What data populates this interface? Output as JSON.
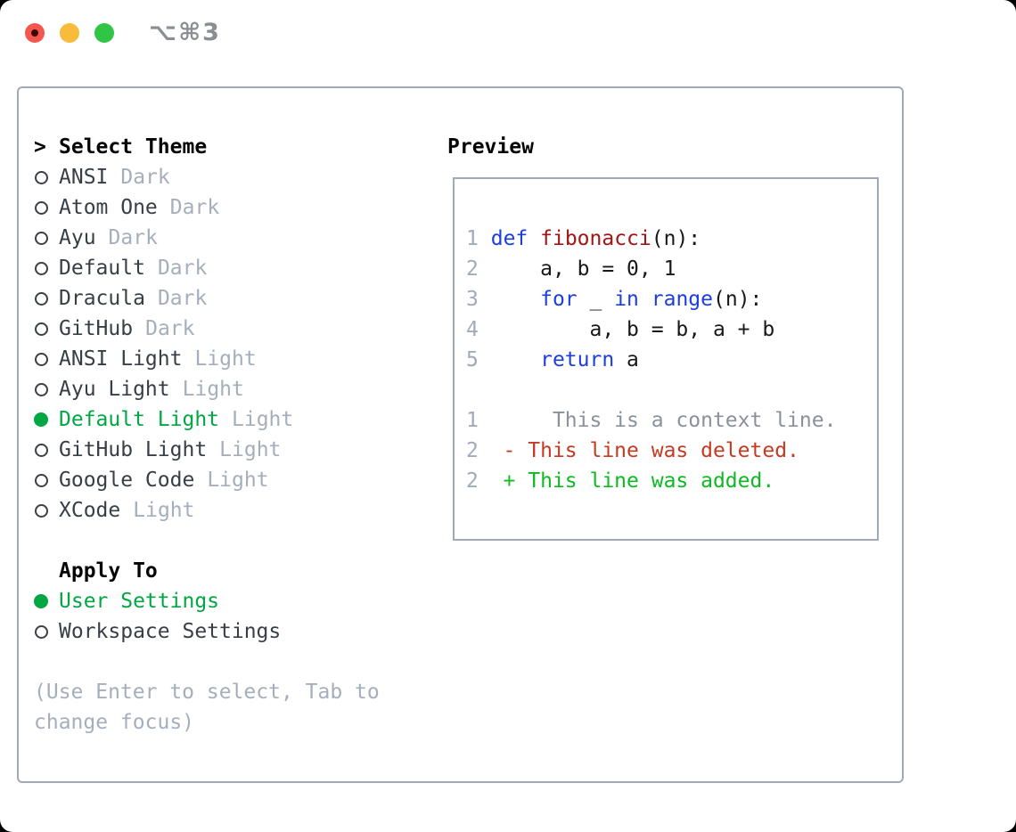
{
  "window": {
    "title_shortcut": "⌥⌘3",
    "traffic_lights": [
      "close",
      "minimize",
      "zoom"
    ]
  },
  "colors": {
    "accent_green": "#00A743",
    "keyword_blue": "#1C3EE0",
    "function_red": "#A31515",
    "deleted_red": "#C43A22",
    "added_green": "#0DBA21",
    "muted_gray": "#A6AEBC",
    "frame_border_gray": "#A0A9B6",
    "traffic_red": "#F4574E",
    "traffic_yellow": "#F8BB3A",
    "traffic_green": "#31C546"
  },
  "theme_selector": {
    "caret": ">",
    "title": "Select Theme",
    "items": [
      {
        "name": "ANSI",
        "variant": "Dark",
        "selected": false
      },
      {
        "name": "Atom One",
        "variant": "Dark",
        "selected": false
      },
      {
        "name": "Ayu",
        "variant": "Dark",
        "selected": false
      },
      {
        "name": "Default",
        "variant": "Dark",
        "selected": false
      },
      {
        "name": "Dracula",
        "variant": "Dark",
        "selected": false
      },
      {
        "name": "GitHub",
        "variant": "Dark",
        "selected": false
      },
      {
        "name": "ANSI Light",
        "variant": "Light",
        "selected": false
      },
      {
        "name": "Ayu Light",
        "variant": "Light",
        "selected": false
      },
      {
        "name": "Default Light",
        "variant": "Light",
        "selected": true
      },
      {
        "name": "GitHub Light",
        "variant": "Light",
        "selected": false
      },
      {
        "name": "Google Code",
        "variant": "Light",
        "selected": false
      },
      {
        "name": "XCode",
        "variant": "Light",
        "selected": false
      }
    ]
  },
  "apply_to": {
    "title": "Apply To",
    "options": [
      {
        "label": "User Settings",
        "selected": true
      },
      {
        "label": "Workspace Settings",
        "selected": false
      }
    ]
  },
  "hint": {
    "line1": "(Use Enter to select, Tab to",
    "line2": "change focus)"
  },
  "preview": {
    "title": "Preview",
    "code_lines": [
      {
        "num": "1",
        "tokens": [
          {
            "type": "plain",
            "text": " "
          },
          {
            "type": "keyword",
            "text": "def"
          },
          {
            "type": "plain",
            "text": " "
          },
          {
            "type": "function",
            "text": "fibonacci"
          },
          {
            "type": "plain",
            "text": "(n):"
          }
        ]
      },
      {
        "num": "2",
        "tokens": [
          {
            "type": "plain",
            "text": "     a, b = 0, 1"
          }
        ]
      },
      {
        "num": "3",
        "tokens": [
          {
            "type": "plain",
            "text": "     "
          },
          {
            "type": "keyword",
            "text": "for"
          },
          {
            "type": "plain",
            "text": " _ "
          },
          {
            "type": "keyword",
            "text": "in"
          },
          {
            "type": "plain",
            "text": " "
          },
          {
            "type": "keyword",
            "text": "range"
          },
          {
            "type": "plain",
            "text": "(n):"
          }
        ]
      },
      {
        "num": "4",
        "tokens": [
          {
            "type": "plain",
            "text": "         a, b = b, a + b"
          }
        ]
      },
      {
        "num": "5",
        "tokens": [
          {
            "type": "plain",
            "text": "     "
          },
          {
            "type": "keyword",
            "text": "return"
          },
          {
            "type": "plain",
            "text": " a"
          }
        ]
      }
    ],
    "diff_lines": [
      {
        "num": "1",
        "kind": "context",
        "text": "      This is a context line."
      },
      {
        "num": "2",
        "kind": "deleted",
        "text": "  - This line was deleted."
      },
      {
        "num": "2",
        "kind": "added",
        "text": "  + This line was added."
      }
    ]
  }
}
